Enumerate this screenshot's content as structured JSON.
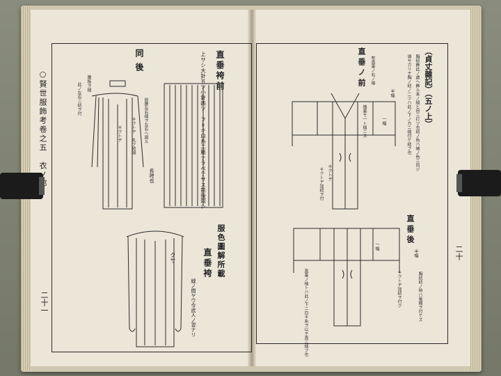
{
  "left_page": {
    "running_head": "○賢世服飾考卷之五　衣ノ部",
    "page_number": "二十一",
    "title_hakama_front": "直垂袴前",
    "note_hakama": "上サシ大針五ツ小針四ツ　フトキ白糸二筋ナラベテサス前後同シ",
    "title_hakama_back": "同後",
    "label_koshi": "腰板ヲ縫",
    "label_koshi_note": "此ノ左右ニ紐ヲ付",
    "label_side": "前腰左右縫ヲ左右ヘ廻ル",
    "label_kikuji": "キクトヂ",
    "label_dantan": "キクトヂ　丸ク結縫",
    "label_nagabakama": "長袴也",
    "title_bottom_1": "服色圖解所載",
    "title_bottom_2": "直垂袴",
    "note_bottom": "縫ノ間ヤウ今武人ノ習ナリ",
    "label_kusa": "クサ"
  },
  "right_page": {
    "page_number": "二十",
    "title_main": "（貞丈雜記）（五ノ上）",
    "note_main_1": "胸紐飾此ノ處ヘ飾ル本ノ縫ヒ目ニ打ツ也紐ノ色ハ緒ノ色ニ同ジ",
    "note_main_2": "領サガリテ胸ノ紐ノ二ツハ此ノ下ノ方ニ縫付ケ結ブ也",
    "title_front": "直垂ノ前",
    "label_front_col": "布直垂ノ右ノ袖",
    "label_front_col_2": "袖裏モ一ト縫ニス",
    "label_ippuku": "一幅",
    "label_hanpuku": "半幅",
    "label_kikuji_r": "キクトヂ",
    "label_kikuji_r2": "キクトヂ加紐ヲ付",
    "title_back": "直垂後",
    "label_back_ippuku": "一幅",
    "label_back_hanpuku": "半幅",
    "note_back_1": "直垂ノ袖トハ此ノ下ニ白キ糸ヲ以テ直ニ縫フ也",
    "note_back_2": "キクトヂ加紐ヲ付ク",
    "note_back_3": "胸紐紐ノ時ハ菊綴ヲ付ケズ"
  },
  "colors": {
    "paper": "#ebe6d8",
    "ink": "#2a2a2a",
    "background": "#7d8070",
    "clip": "#1b1b1b"
  }
}
